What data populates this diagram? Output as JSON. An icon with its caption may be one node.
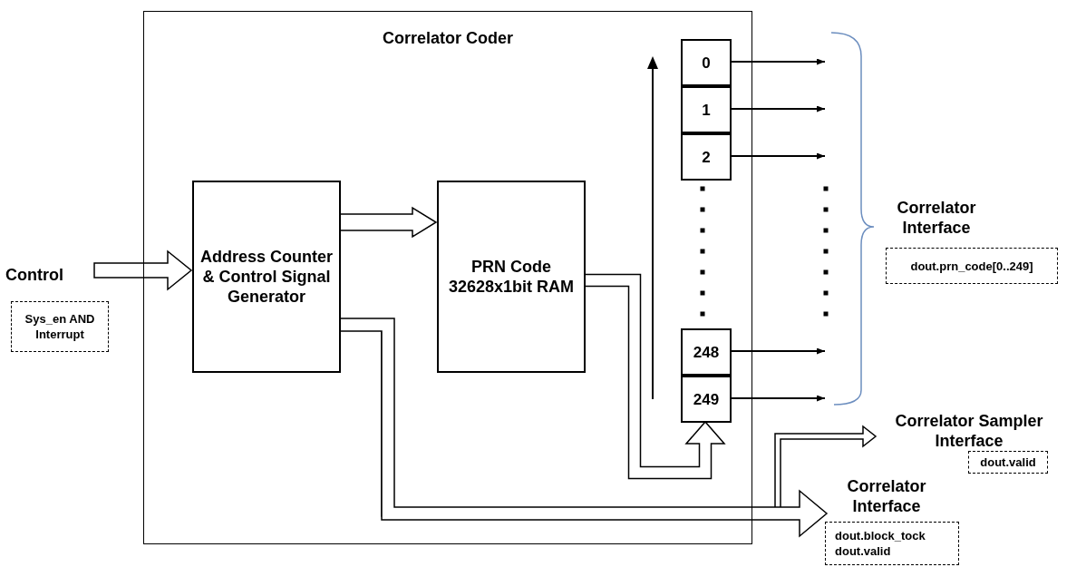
{
  "diagram": {
    "nodes": [
      {
        "text": [
          "Correlator Coder"
        ]
      },
      {
        "text": [
          "Address Counter & Control Signal Generator"
        ],
        "in": 0
      },
      {
        "text": [
          "PRN Code 32628x1bit RAM"
        ],
        "in": 0
      },
      {
        "text": [
          "0"
        ],
        "in": 0
      },
      {
        "text": [
          "1"
        ],
        "in": 0
      },
      {
        "text": [
          "2"
        ],
        "in": 0
      },
      {
        "text": [
          "248"
        ],
        "in": 0
      },
      {
        "text": [
          "249"
        ],
        "in": 0
      },
      {
        "text": [
          "Control"
        ]
      },
      {
        "text": [
          "Sys_en AND Interrupt"
        ]
      },
      {
        "text": [
          "Correlator Interface"
        ]
      },
      {
        "text": [
          "dout.prn_code[0..249]"
        ]
      },
      {
        "text": [
          "Correlator Sampler Interface"
        ]
      },
      {
        "text": [
          "dout.valid"
        ]
      },
      {
        "text": [
          "Correlator Interface"
        ]
      },
      {
        "text": [
          "dout.block_tock",
          "dout.valid"
        ]
      }
    ],
    "edges": [
      {
        "from": 8,
        "to": 1,
        "arrow": "to",
        "style": "thick"
      },
      {
        "from": 1,
        "to": 2,
        "arrow": "to",
        "style": "thick"
      },
      {
        "from": 2,
        "to": 7,
        "arrow": "to",
        "style": "thick"
      },
      {
        "from": 1,
        "to": 12,
        "arrow": "to",
        "style": "thick"
      },
      {
        "from": 1,
        "to": 14,
        "arrow": "to",
        "style": "thick"
      },
      {
        "from": 3,
        "to": 11,
        "arrow": "to"
      },
      {
        "from": 4,
        "to": 11,
        "arrow": "to"
      },
      {
        "from": 5,
        "to": 11,
        "arrow": "to"
      },
      {
        "from": 6,
        "to": 11,
        "arrow": "to"
      },
      {
        "from": 7,
        "to": 11,
        "arrow": "to"
      }
    ]
  }
}
